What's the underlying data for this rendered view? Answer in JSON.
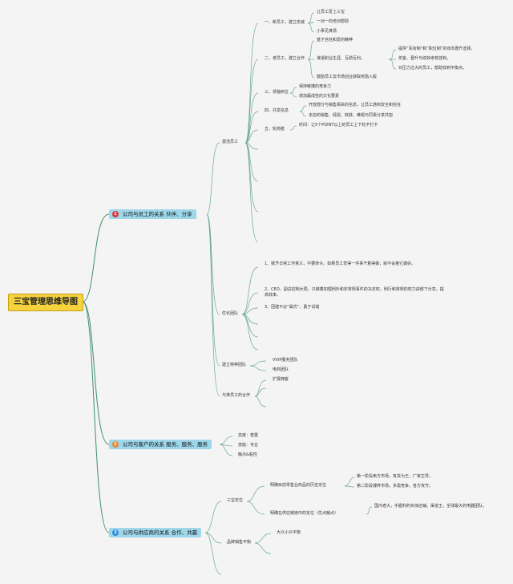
{
  "root": "三宝管理思维导图",
  "branch1": {
    "title": "公司与员工的关系 伙伴、分享",
    "badge": "1",
    "badge_color": "#d9363e",
    "incentive": {
      "label": "激活员工",
      "items": {
        "new": {
          "label": "一、新员工，建立忠诚",
          "children": [
            "让员工爱上三宝",
            "一对一的培训帮助",
            "小事见真情"
          ]
        },
        "old": {
          "label": "二、老员工，建立合作",
          "children": [
            "基于信任和爱的精神",
            "谋退职业生涯、互助互利。",
            "鼓励员工去市场创业获取奖励入股"
          ],
          "sub": [
            "提供“军衔制”和“职位制”的双向晋升选择。",
            "奖金、晋升与绩效考核挂钩。",
            "对压力过大的员工，帮助找到平衡点。"
          ]
        },
        "three": {
          "label": "三、领袖到位",
          "children": [
            "保持敏捷的竞争力",
            "增加赢成性的文化要素"
          ]
        },
        "four": {
          "label": "四、共享信息",
          "children": [
            "开放部分与销售相关的信息，让员工感到安全和信任",
            "本店的销售、经验、收获、难题与同事分享共担"
          ]
        },
        "five": {
          "label": "五、轮岗者",
          "children": [
            "时间：让5个POINT以上的员工上下轮不打卡"
          ]
        }
      }
    },
    "optimize": {
      "label": "优化团队",
      "children": [
        "1、赋予日常工作意义，不要命令。如果员工觉得一件事干着得做，就不会抱它做好。",
        "2、CEO、副总控制大局，只做着如理例外和非常规事件的决定权，例行和常规的权力由部下分享，提高效率。",
        "3、团建不必“最优”，勇于试错"
      ]
    },
    "special": {
      "label": "建立特种团队",
      "children": [
        "VVIP服务团队",
        "电商团队"
      ]
    },
    "cooperate": {
      "label": "与准员工的合作",
      "children": [
        "扩展佣客"
      ]
    }
  },
  "branch2": {
    "title": "公司与客户的关系 服务、服务、服务",
    "badge": "2",
    "badge_color": "#e8842c",
    "children": [
      "态度：尊重",
      "技能：专业",
      "触点&粘性"
    ]
  },
  "branch3": {
    "title": "公司与供应商的关系 合作、共赢",
    "badge": "3",
    "badge_color": "#2f8fd6",
    "position": {
      "label": "三宝定位",
      "a": {
        "label": "明确目前零售业商品的历史定位",
        "children": [
          "第一阶段卖方市场，有货为王，厂家主导。",
          "第二阶段博弈市场，多需竞争，各方攻守。"
        ]
      },
      "b": {
        "label": "明确在供应链链中的定位（优点触点）",
        "children": [
          "国内老大，手握利的实体店铺，渠道王，全球最大的电器团队。"
        ]
      }
    },
    "brand": {
      "label": "品牌销售平衡",
      "children": [
        "大众小众平衡"
      ]
    }
  }
}
